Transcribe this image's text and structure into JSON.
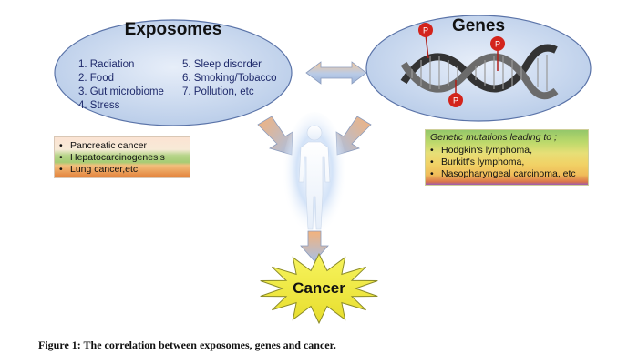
{
  "exposomes": {
    "title": "Exposomes",
    "list_col1": [
      "1.  Radiation",
      "2.  Food",
      "3.  Gut microbiome",
      "4.  Stress"
    ],
    "list_col2": [
      "5.  Sleep disorder",
      "6.  Smoking/Tobacco",
      "7.  Pollution, etc"
    ]
  },
  "genes": {
    "title": "Genes",
    "phospho_label": "P"
  },
  "exposome_cancers": [
    "Pancreatic cancer",
    "Hepatocarcinogenesis",
    "Lung cancer,etc"
  ],
  "gene_cancers": {
    "heading": "Genetic mutations leading to ;",
    "items": [
      "Hodgkin's lymphoma,",
      "Burkitt's lymphoma,",
      "Nasopharyngeal carcinoma, etc"
    ]
  },
  "outcome": {
    "label": "Cancer"
  },
  "caption": "Figure 1: The correlation between exposomes, genes and cancer.",
  "colors": {
    "ellipse_fill": "#c9d8ee",
    "ellipse_stroke": "#5a73a8",
    "arrow_fill": "#9db3d8",
    "arrow_orange": "#f2b27a",
    "starburst": "#f3ee45",
    "phospho": "#d3241c"
  }
}
